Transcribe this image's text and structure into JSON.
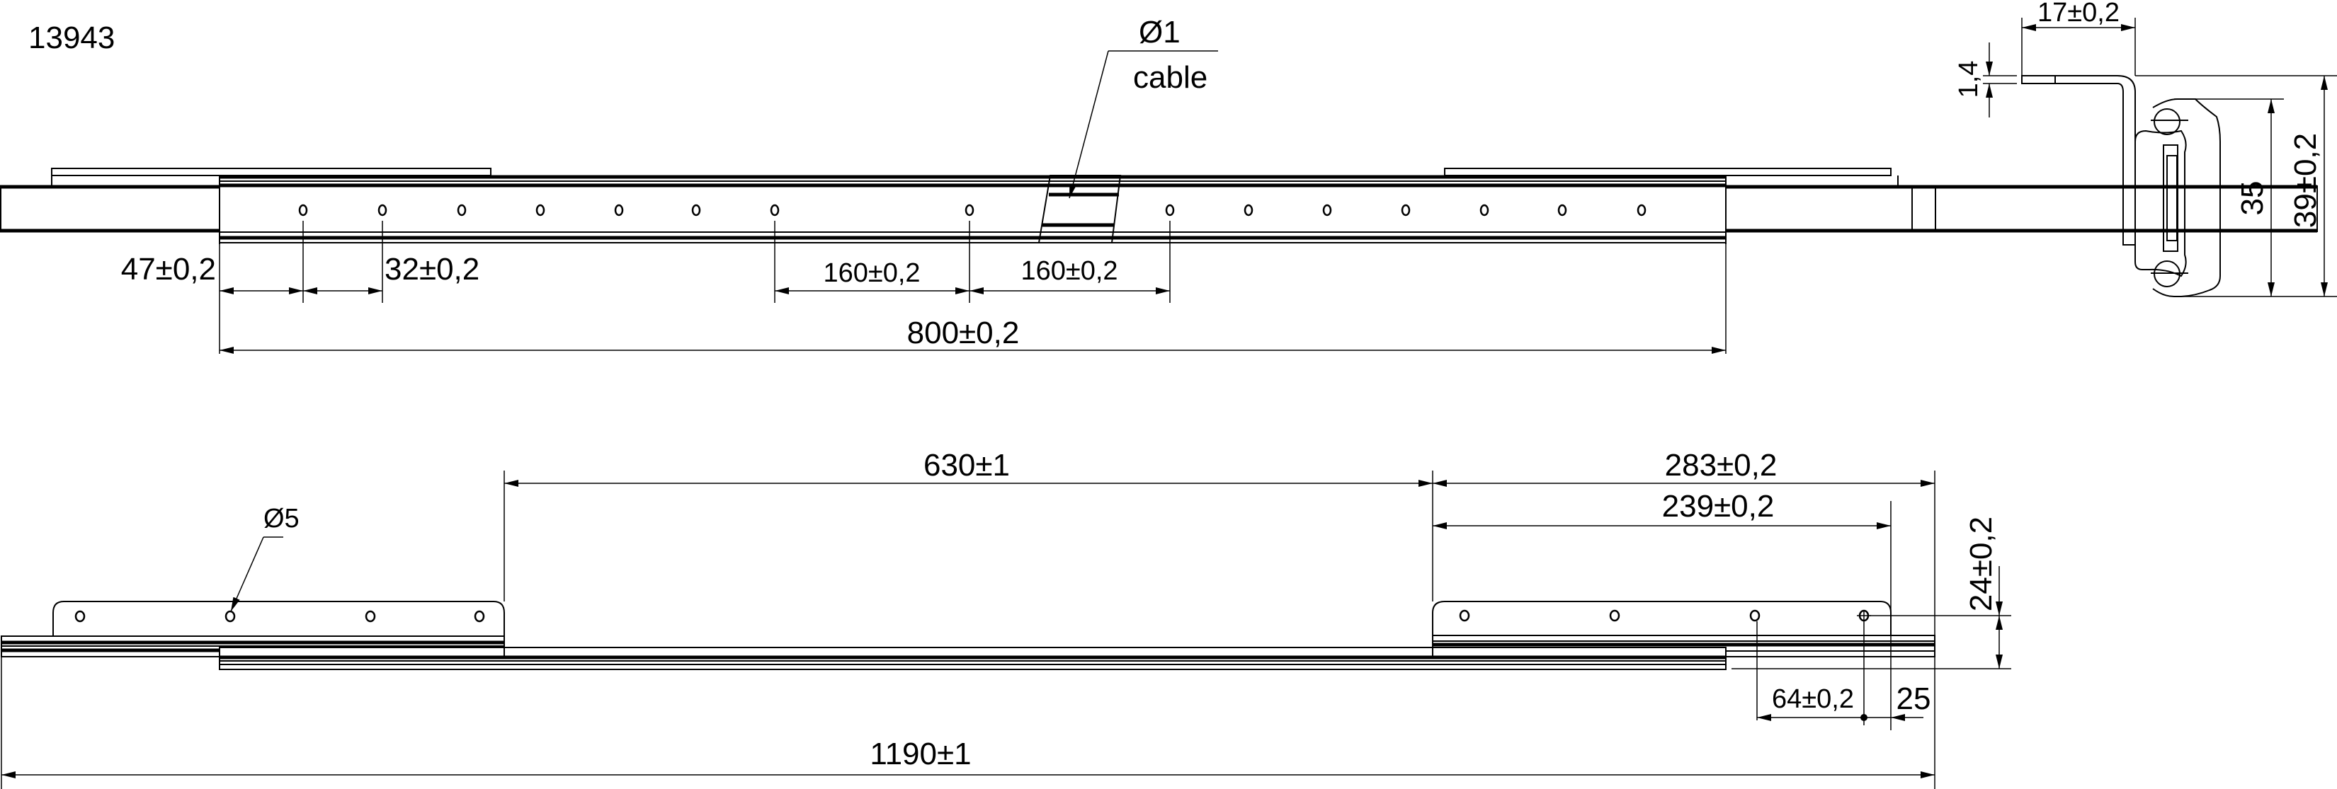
{
  "drawing": {
    "part_number": "13943",
    "colors": {
      "line": "#000000",
      "background": "#ffffff"
    },
    "top_view": {
      "cable_diameter": "Ø1",
      "cable_label": "cable",
      "dim_first_hole": "47±0,2",
      "dim_hole_pitch": "32±0,2",
      "dim_middle_left": "160±0,2",
      "dim_middle_right": "160±0,2",
      "dim_length": "800±0,2"
    },
    "side_view": {
      "dim_width": "17±0,2",
      "dim_thickness": "1,4",
      "dim_profile_height": "35",
      "dim_total_height": "39±0,2"
    },
    "bottom_view": {
      "hole_diameter": "Ø5",
      "dim_gap": "630±1",
      "dim_bracket_outer": "283±0,2",
      "dim_bracket": "239±0,2",
      "dim_hole_height": "24±0,2",
      "dim_hole_spacing": "64±0,2",
      "dim_end_offset": "25",
      "dim_total_length": "1190±1"
    }
  }
}
